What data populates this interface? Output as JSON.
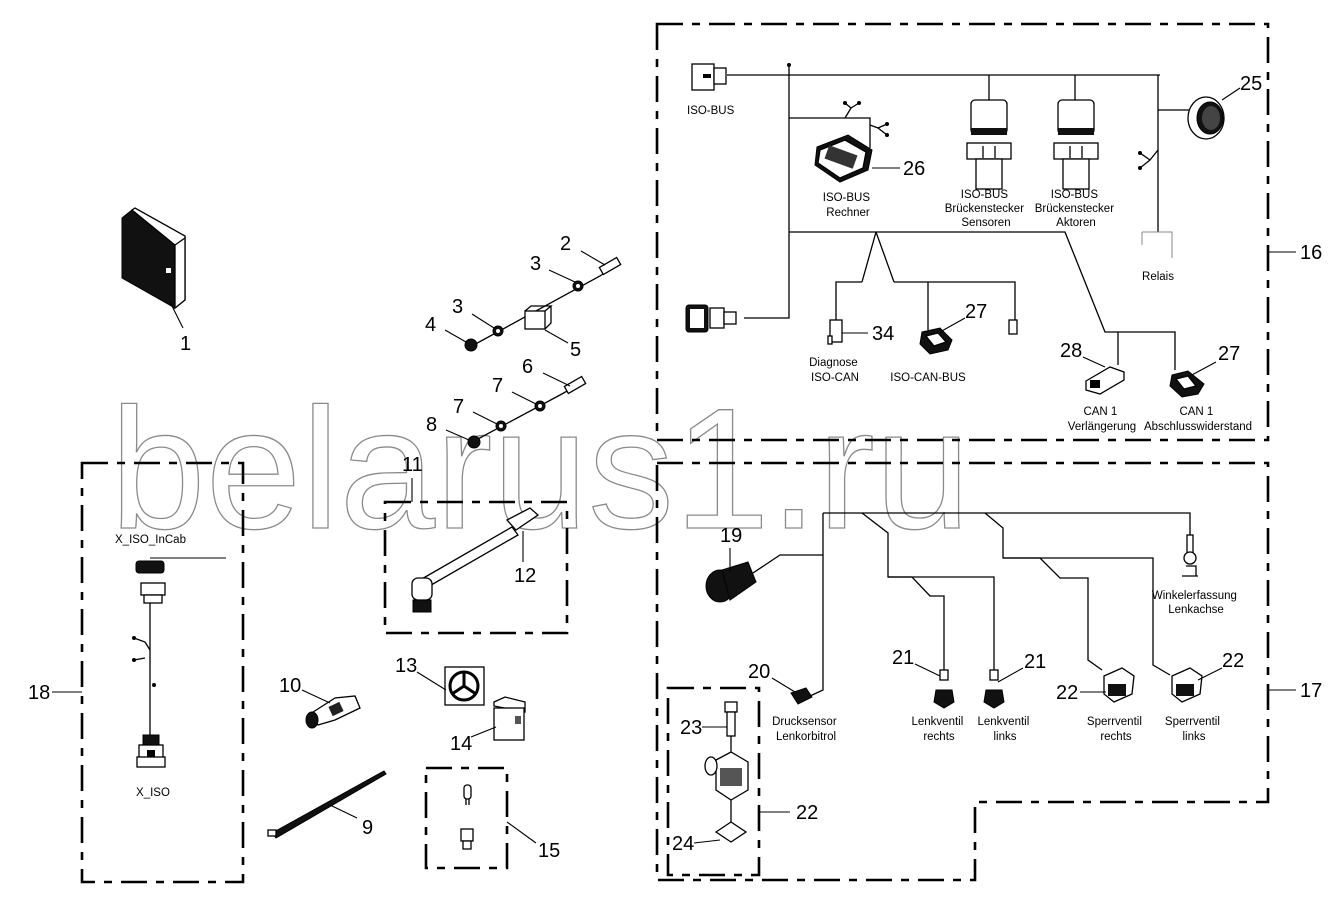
{
  "watermark": "belarus1.ru",
  "callouts": {
    "c1": "1",
    "c2": "2",
    "c3a": "3",
    "c3b": "3",
    "c4": "4",
    "c5": "5",
    "c6": "6",
    "c7a": "7",
    "c7b": "7",
    "c8": "8",
    "c9": "9",
    "c10": "10",
    "c11": "11",
    "c12": "12",
    "c13": "13",
    "c14": "14",
    "c15": "15",
    "c16": "16",
    "c17": "17",
    "c18": "18",
    "c19": "19",
    "c20": "20",
    "c21a": "21",
    "c21b": "21",
    "c22a": "22",
    "c22b": "22",
    "c22c": "22",
    "c23": "23",
    "c24": "24",
    "c25": "25",
    "c26": "26",
    "c27a": "27",
    "c27b": "27",
    "c28": "28",
    "c34": "34"
  },
  "labels": {
    "iso_bus": "ISO-BUS",
    "iso_bus_rechner": [
      "ISO-BUS",
      "Rechner"
    ],
    "brueckenstecker_sensoren": [
      "ISO-BUS",
      "Brückenstecker",
      "Sensoren"
    ],
    "brueckenstecker_aktoren": [
      "ISO-BUS",
      "Brückenstecker",
      "Aktoren"
    ],
    "relais": "Relais",
    "diagnose_iso_can": [
      "Diagnose",
      "ISO-CAN"
    ],
    "iso_can_bus": "ISO-CAN-BUS",
    "can1_verlaengerung": [
      "CAN 1",
      "Verlängerung"
    ],
    "can1_abschluss": [
      "CAN 1",
      "Abschlusswiderstand"
    ],
    "winkelerfassung": [
      "Winkelerfassung",
      "Lenkachse"
    ],
    "drucksensor": [
      "Drucksensor",
      "Lenkorbitrol"
    ],
    "lenkventil_rechts": [
      "Lenkventil",
      "rechts"
    ],
    "lenkventil_links": [
      "Lenkventil",
      "links"
    ],
    "sperrventil_rechts": [
      "Sperrventil",
      "rechts"
    ],
    "sperrventil_links": [
      "Sperrventil",
      "links"
    ],
    "x_iso_incab": "X_ISO_InCab",
    "x_iso": "X_ISO"
  }
}
